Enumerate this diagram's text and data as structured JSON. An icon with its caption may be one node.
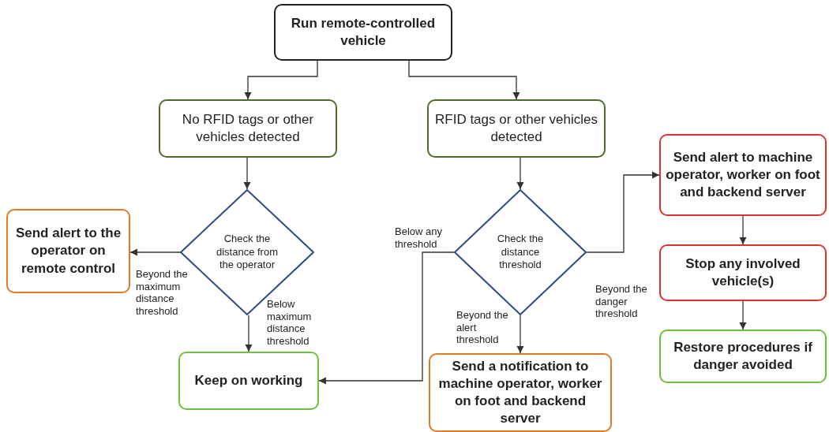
{
  "diagram": {
    "nodes": [
      {
        "text": [
          "Run remote-controlled vehicle"
        ]
      },
      {
        "text": [
          "No RFID tags or other vehicles detected"
        ]
      },
      {
        "text": [
          "RFID tags or other vehicles detected"
        ]
      },
      {
        "text": [
          "Check the distance from the operator"
        ]
      },
      {
        "text": [
          "Check the distance threshold"
        ]
      },
      {
        "text": [
          "Send alert to the operator on remote control"
        ]
      },
      {
        "text": [
          "Send alert to machine operator, worker on foot and backend server"
        ]
      },
      {
        "text": [
          "Stop any involved vehicle(s)"
        ]
      },
      {
        "text": [
          "Keep on working"
        ]
      },
      {
        "text": [
          "Send a notification to machine operator, worker on foot and backend server"
        ]
      },
      {
        "text": [
          "Restore procedures if danger avoided"
        ]
      }
    ],
    "edges": [
      {
        "from": 0,
        "to": 1,
        "arrow": "to"
      },
      {
        "from": 0,
        "to": 2,
        "arrow": "to"
      },
      {
        "from": 1,
        "to": 3,
        "arrow": "to"
      },
      {
        "from": 2,
        "to": 4,
        "arrow": "to"
      },
      {
        "from": 3,
        "to": 5,
        "arrow": "to",
        "label": "Beyond the maximum distance threshold"
      },
      {
        "from": 3,
        "to": 8,
        "arrow": "to",
        "label": "Below maximum distance threshold"
      },
      {
        "from": 4,
        "to": 8,
        "arrow": "to",
        "label": "Below any threshold"
      },
      {
        "from": 4,
        "to": 9,
        "arrow": "to",
        "label": "Beyond the alert threshold"
      },
      {
        "from": 4,
        "to": 6,
        "arrow": "to",
        "label": "Beyond the danger threshold"
      },
      {
        "from": 6,
        "to": 7,
        "arrow": "to"
      },
      {
        "from": 7,
        "to": 10,
        "arrow": "to"
      }
    ]
  }
}
